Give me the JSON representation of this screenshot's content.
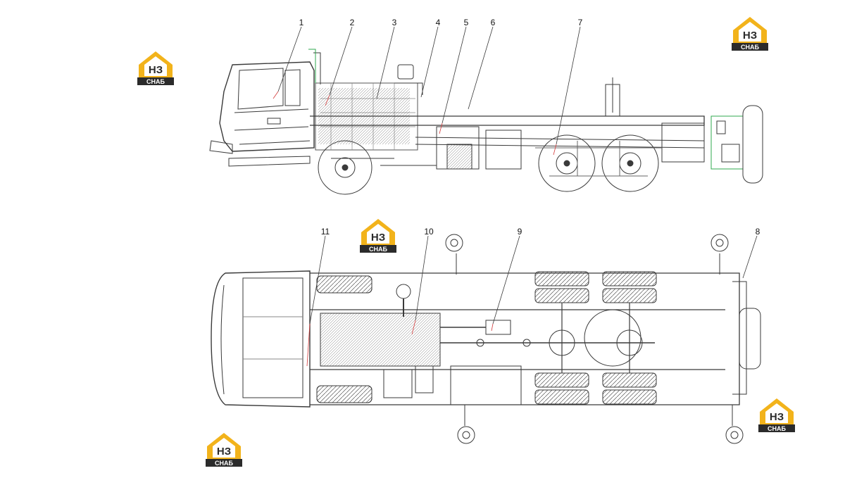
{
  "callouts": [
    {
      "id": "1",
      "label": "1"
    },
    {
      "id": "2",
      "label": "2"
    },
    {
      "id": "3",
      "label": "3"
    },
    {
      "id": "4",
      "label": "4"
    },
    {
      "id": "5",
      "label": "5"
    },
    {
      "id": "6",
      "label": "6"
    },
    {
      "id": "7",
      "label": "7"
    },
    {
      "id": "8",
      "label": "8"
    },
    {
      "id": "9",
      "label": "9"
    },
    {
      "id": "10",
      "label": "10"
    },
    {
      "id": "11",
      "label": "11"
    }
  ],
  "watermark": {
    "top_text": "НЗ",
    "bottom_text": "СНАБ",
    "accent_color": "#f2b31b",
    "dark_color": "#2b2b2b"
  },
  "colors": {
    "line": "#3a3a3a",
    "leader": "#d43a3a",
    "highlight": "#2fa84f"
  }
}
